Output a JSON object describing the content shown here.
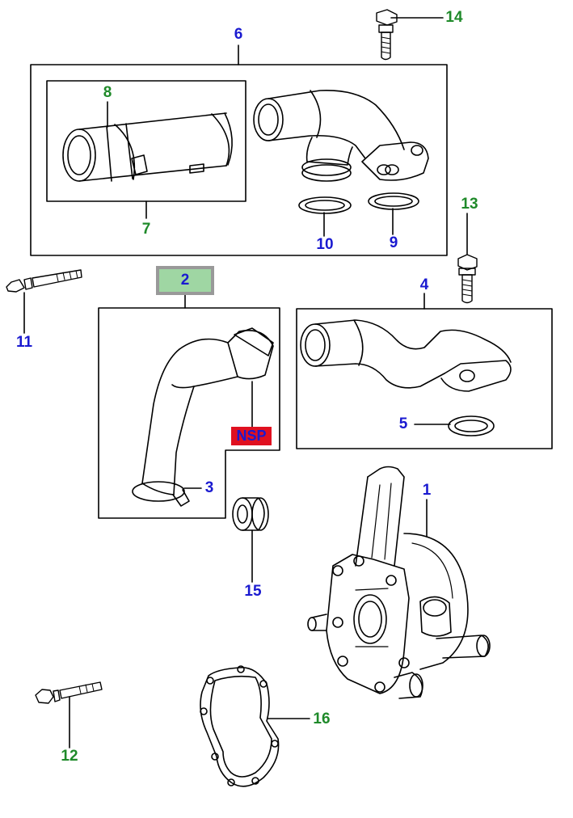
{
  "callouts": {
    "c1": "1",
    "c2": "2",
    "c3": "3",
    "c4": "4",
    "c5": "5",
    "c6": "6",
    "c7": "7",
    "c8": "8",
    "c9": "9",
    "c10": "10",
    "c11": "11",
    "c12": "12",
    "c13": "13",
    "c14": "14",
    "c15": "15",
    "c16": "16"
  },
  "badge": {
    "nsp": "NSP"
  },
  "colors": {
    "callout_blue": "#1a1ad0",
    "callout_green": "#1f8a2a",
    "highlight_fill": "#9fd6a3",
    "nsp_fill": "#e01020",
    "line": "#000000"
  }
}
